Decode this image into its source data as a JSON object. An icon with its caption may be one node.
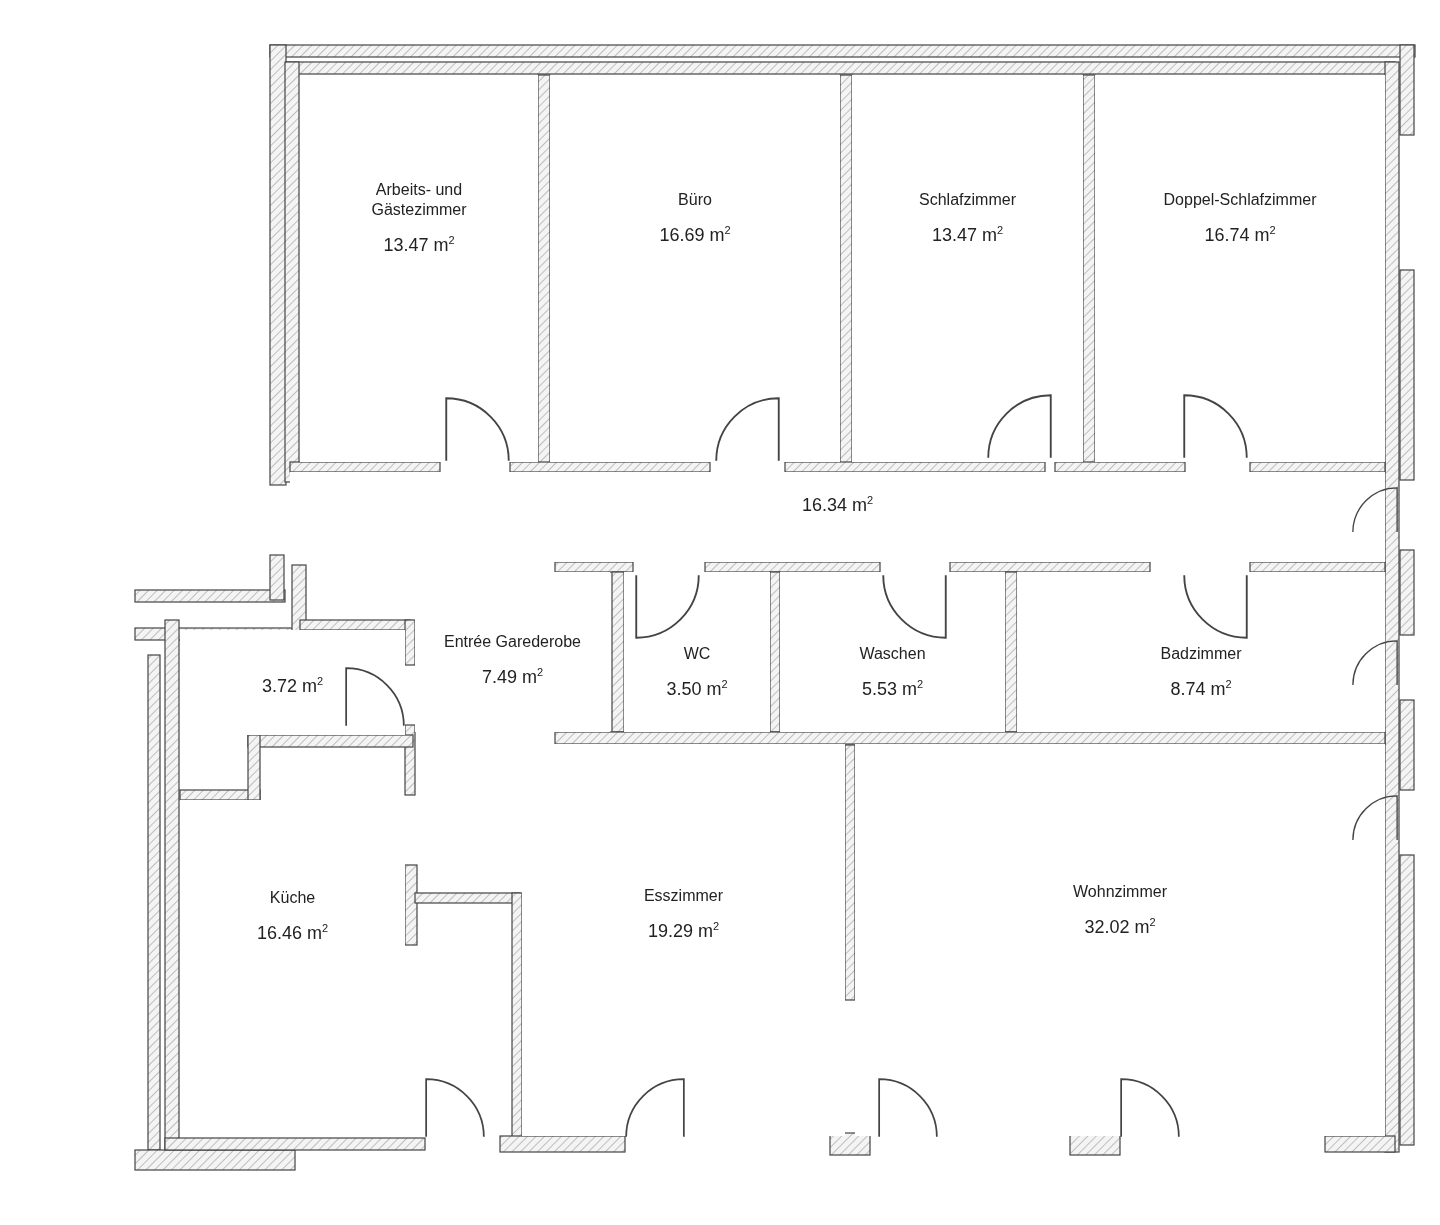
{
  "diagram": {
    "nodes": [
      {
        "text": [
          "Arbeits- und Gästezimmer",
          "13.47 m$^{2}$"
        ]
      },
      {
        "text": [
          "Büro",
          "16.69 m$^{2}$"
        ]
      },
      {
        "text": [
          "Schlafzimmer",
          "13.47 m$^{2}$"
        ]
      },
      {
        "text": [
          "Doppel-Schlafzimmer",
          "16.74 m$^{2}$"
        ]
      },
      {
        "text": [
          "16.34 m$^{2}$"
        ]
      },
      {
        "text": [
          "3.72 m$^{2}$"
        ]
      },
      {
        "text": [
          "Entrée Garederobe",
          "7.49 m$^{2}$"
        ]
      },
      {
        "text": [
          "WC",
          "3.50 m$^{2}$"
        ]
      },
      {
        "text": [
          "Waschen",
          "5.53 m$^{2}$"
        ]
      },
      {
        "text": [
          "Badzimmer",
          "8.74 m$^{2}$"
        ]
      },
      {
        "text": [
          "Küche",
          "16.46 m$^{2}$"
        ]
      },
      {
        "text": [
          "Esszimmer",
          "19.29 m$^{2}$"
        ]
      },
      {
        "text": [
          "Wohnzimmer",
          "32.02 m$^{2}$"
        ]
      }
    ],
    "edges": []
  }
}
